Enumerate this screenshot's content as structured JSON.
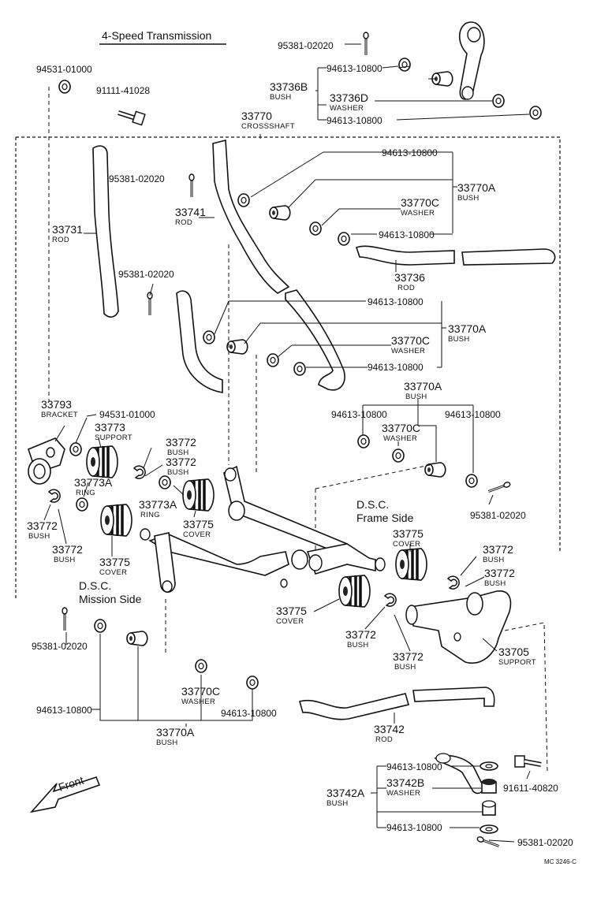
{
  "title": "4-Speed Transmission",
  "ref_code": "MC 3246-C",
  "front_label": "Front",
  "dsc_mission": [
    "D.S.C.",
    "Mission Side"
  ],
  "dsc_frame": [
    "D.S.C.",
    "Frame Side"
  ],
  "parts": {
    "p94531_top": "94531-01000",
    "p91111": "91111-41028",
    "p95381_top": "95381-02020",
    "p94613_a": "94613-10800",
    "p33736B": "33736B",
    "p33736B_desc": "BUSH",
    "p33736D": "33736D",
    "p33736D_desc": "WASHER",
    "p94613_b": "94613-10800",
    "p33770": "33770",
    "p33770_desc": "CROSSSHAFT",
    "p94613_c": "94613-10800",
    "p95381_b": "95381-02020",
    "p33770A_1": "33770A",
    "p33770A_1_desc": "BUSH",
    "p33741": "33741",
    "p33741_desc": "ROD",
    "p33770C_1": "33770C",
    "p33770C_1_desc": "WASHER",
    "p94613_d": "94613-10800",
    "p33731": "33731",
    "p33731_desc": "ROD",
    "p33736": "33736",
    "p33736_desc": "ROD",
    "p95381_c": "95381-02020",
    "p94613_e": "94613-10800",
    "p33770A_2": "33770A",
    "p33770A_2_desc": "BUSH",
    "p33770C_2": "33770C",
    "p33770C_2_desc": "WASHER",
    "p94613_f": "94613-10800",
    "p33770A_3": "33770A",
    "p33770A_3_desc": "BUSH",
    "p94613_g": "94613-10800",
    "p94613_h": "94613-10800",
    "p33770C_3": "33770C",
    "p33770C_3_desc": "WASHER",
    "p33793": "33793",
    "p33793_desc": "BRACKET",
    "p94531_b": "94531-01000",
    "p33773": "33773",
    "p33773_desc": "SUPPORT",
    "p33772_a": "33772",
    "p33772_a_desc": "BUSH",
    "p33772_b": "33772",
    "p33772_b_desc": "BUSH",
    "p33773A_a": "33773A",
    "p33773A_a_desc": "RING",
    "p33773A_b": "33773A",
    "p33773A_b_desc": "RING",
    "p33775_a": "33775",
    "p33775_a_desc": "COVER",
    "p95381_d": "95381-02020",
    "p33772_c": "33772",
    "p33772_c_desc": "BUSH",
    "p33772_d": "33772",
    "p33772_d_desc": "BUSH",
    "p33775_b": "33775",
    "p33775_b_desc": "COVER",
    "p33775_c": "33775",
    "p33775_c_desc": "COVER",
    "p33772_e": "33772",
    "p33772_e_desc": "BUSH",
    "p33772_f": "33772",
    "p33772_f_desc": "BUSH",
    "p33775_d": "33775",
    "p33775_d_desc": "COVER",
    "p33772_g": "33772",
    "p33772_g_desc": "BUSH",
    "p33772_h": "33772",
    "p33772_h_desc": "BUSH",
    "p33705": "33705",
    "p33705_desc": "SUPPORT",
    "p95381_e": "95381-02020",
    "p33770C_4": "33770C",
    "p33770C_4_desc": "WASHER",
    "p94613_i": "94613-10800",
    "p94613_j": "94613-10800",
    "p33770A_4": "33770A",
    "p33770A_4_desc": "BUSH",
    "p33742": "33742",
    "p33742_desc": "ROD",
    "p94613_k": "94613-10800",
    "p33742B": "33742B",
    "p33742B_desc": "WASHER",
    "p91611": "91611-40820",
    "p33742A": "33742A",
    "p33742A_desc": "BUSH",
    "p94613_l": "94613-10800",
    "p95381_f": "95381-02020"
  }
}
